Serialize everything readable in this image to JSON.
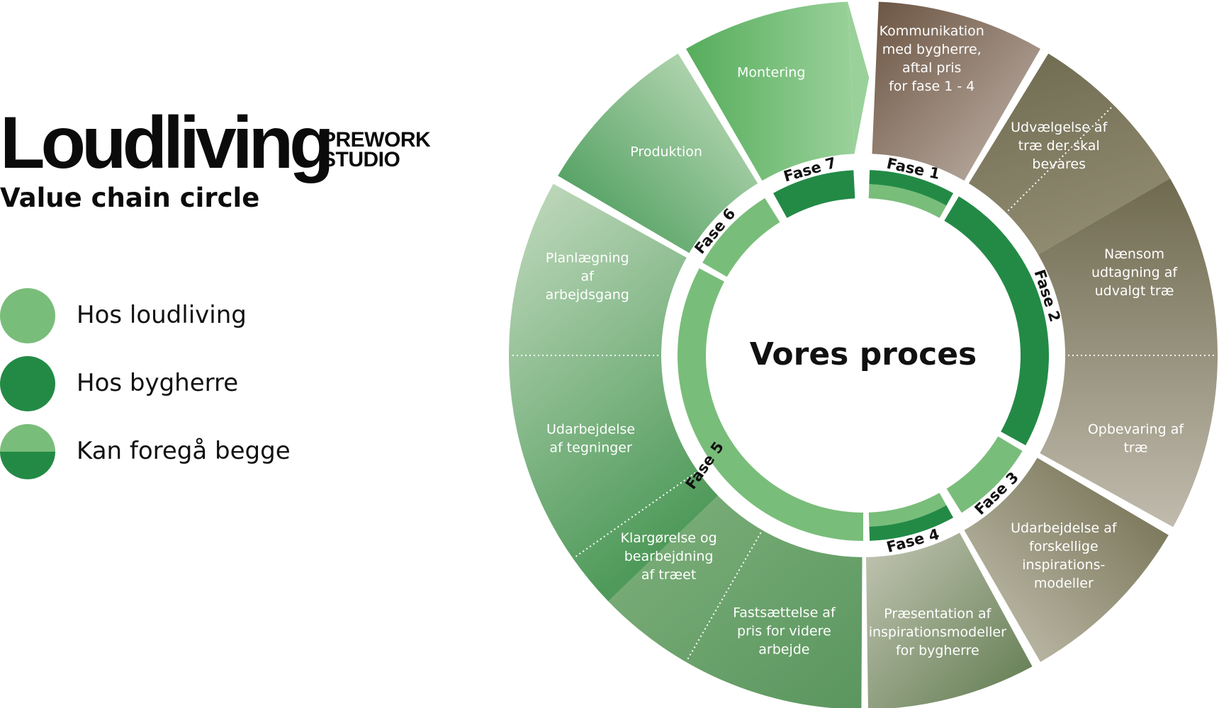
{
  "brand": {
    "name": "Loudliving",
    "sub_line1": "PREWORK",
    "sub_line2": "STUDIO",
    "subtitle": "Value chain circle"
  },
  "legend": [
    {
      "label": "Hos loudliving",
      "color": "#79bd7a"
    },
    {
      "label": "Hos bygherre",
      "color": "#238a46"
    },
    {
      "label": "Kan foregå begge",
      "color_top": "#79bd7a",
      "color_bottom": "#238a46"
    }
  ],
  "center_title": "Vores proces",
  "colors": {
    "light_green": "#79bd7a",
    "dark_green": "#238a46",
    "brown": "#6e5a48",
    "olive": "#6f6a4e"
  },
  "phases": [
    {
      "label": "Fase 1",
      "mode": "both"
    },
    {
      "label": "Fase 2",
      "mode": "bygherre"
    },
    {
      "label": "Fase 3",
      "mode": "loudliving"
    },
    {
      "label": "Fase 4",
      "mode": "both"
    },
    {
      "label": "Fase 5",
      "mode": "loudliving"
    },
    {
      "label": "Fase 6",
      "mode": "loudliving"
    },
    {
      "label": "Fase 7",
      "mode": "bygherre"
    }
  ],
  "steps": [
    {
      "lines": [
        "Kommunikation",
        "med bygherre,",
        "aftal pris",
        "for fase 1 - 4"
      ],
      "phase": "Fase 1"
    },
    {
      "lines": [
        "Udvælgelse af",
        "træ der skal",
        "bevares"
      ],
      "phase": "Fase 2"
    },
    {
      "lines": [
        "Nænsom",
        "udtagning af",
        "udvalgt træ"
      ],
      "phase": "Fase 2"
    },
    {
      "lines": [
        "Opbevaring af",
        "træ"
      ],
      "phase": "Fase 2"
    },
    {
      "lines": [
        "Udarbejdelse af",
        "forskellige",
        "inspirations-",
        "modeller"
      ],
      "phase": "Fase 3"
    },
    {
      "lines": [
        "Præsentation af",
        "inspirationsmodeller",
        "for bygherre"
      ],
      "phase": "Fase 4"
    },
    {
      "lines": [
        "Fastsættelse af",
        "pris for videre",
        "arbejde"
      ],
      "phase": "Fase 5"
    },
    {
      "lines": [
        "Klargørelse og",
        "bearbejdning",
        "af træet"
      ],
      "phase": "Fase 5"
    },
    {
      "lines": [
        "Udarbejdelse",
        "af tegninger"
      ],
      "phase": "Fase 5"
    },
    {
      "lines": [
        "Planlægning",
        "af",
        "arbejdsgang"
      ],
      "phase": "Fase 5"
    },
    {
      "lines": [
        "Produktion"
      ],
      "phase": "Fase 6"
    },
    {
      "lines": [
        "Montering"
      ],
      "phase": "Fase 7"
    }
  ]
}
